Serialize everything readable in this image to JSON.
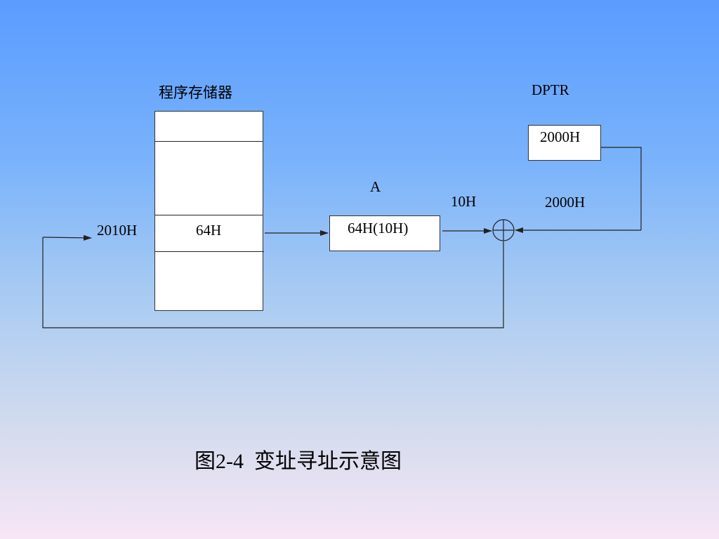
{
  "memory": {
    "title": "程序存储器",
    "address": "2010H",
    "cell_value": "64H"
  },
  "accumulator": {
    "name": "A",
    "value": "64H(10H)",
    "output_label": "10H"
  },
  "dptr": {
    "name": "DPTR",
    "value": "2000H",
    "output_label": "2000H"
  },
  "adder": {
    "symbol": "⊕"
  },
  "caption": "图2-4  变址寻址示意图",
  "colors": {
    "background_top": "#5a9cff",
    "background_bottom": "#f7e6f6",
    "line": "#222222"
  }
}
